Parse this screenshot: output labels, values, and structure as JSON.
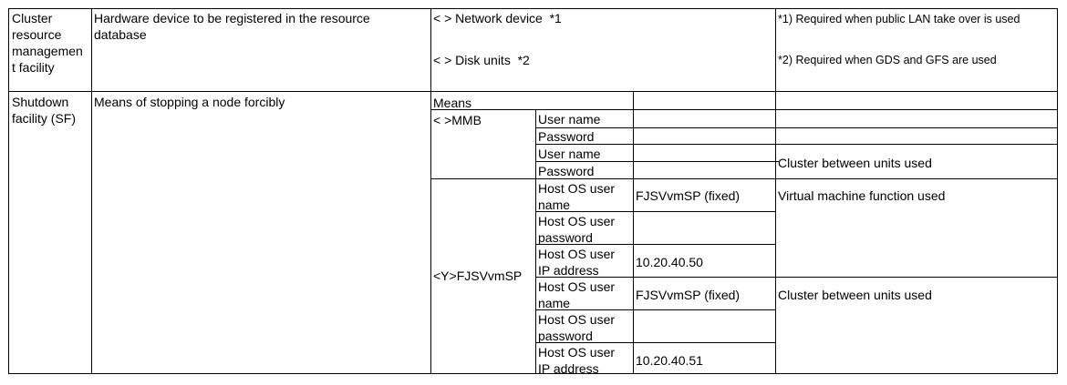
{
  "row1": {
    "facility": "Cluster\nresource\nmanagemen\nt facility",
    "description": "Hardware device to be registered in the resource\ndatabase",
    "network_device": "< > Network device  *1",
    "disk_units": "< > Disk units  *2",
    "note1": "*1) Required when public LAN take over is used",
    "note2": "*2) Required when GDS and GFS are used"
  },
  "row2": {
    "facility": "Shutdown\nfacility (SF)",
    "description": "Means of stopping a node forcibly",
    "means_header": "Means",
    "mmb": {
      "label": "< >MMB",
      "fields": [
        {
          "label": "User name",
          "value": "",
          "note": ""
        },
        {
          "label": "Password",
          "value": "",
          "note": ""
        },
        {
          "label": "User name",
          "value": "",
          "note": ""
        },
        {
          "label": "Password",
          "value": "",
          "note": ""
        }
      ],
      "note_cluster": "Cluster between units used"
    },
    "fjsvvmsp": {
      "label": "<Y>FJSVvmSP",
      "group1": {
        "note": "Virtual machine function used",
        "fields": [
          {
            "label": "Host OS user\nname",
            "value": "FJSVvmSP (fixed)"
          },
          {
            "label": "Host OS user\npassword",
            "value": ""
          },
          {
            "label": "Host OS user\nIP address",
            "value": "10.20.40.50"
          }
        ]
      },
      "group2": {
        "note": "Cluster between units used",
        "fields": [
          {
            "label": "Host OS user\nname",
            "value": "FJSVvmSP (fixed)"
          },
          {
            "label": "Host OS user\npassword",
            "value": ""
          },
          {
            "label": "Host OS user\nIP address",
            "value": "10.20.40.51"
          }
        ]
      }
    }
  }
}
